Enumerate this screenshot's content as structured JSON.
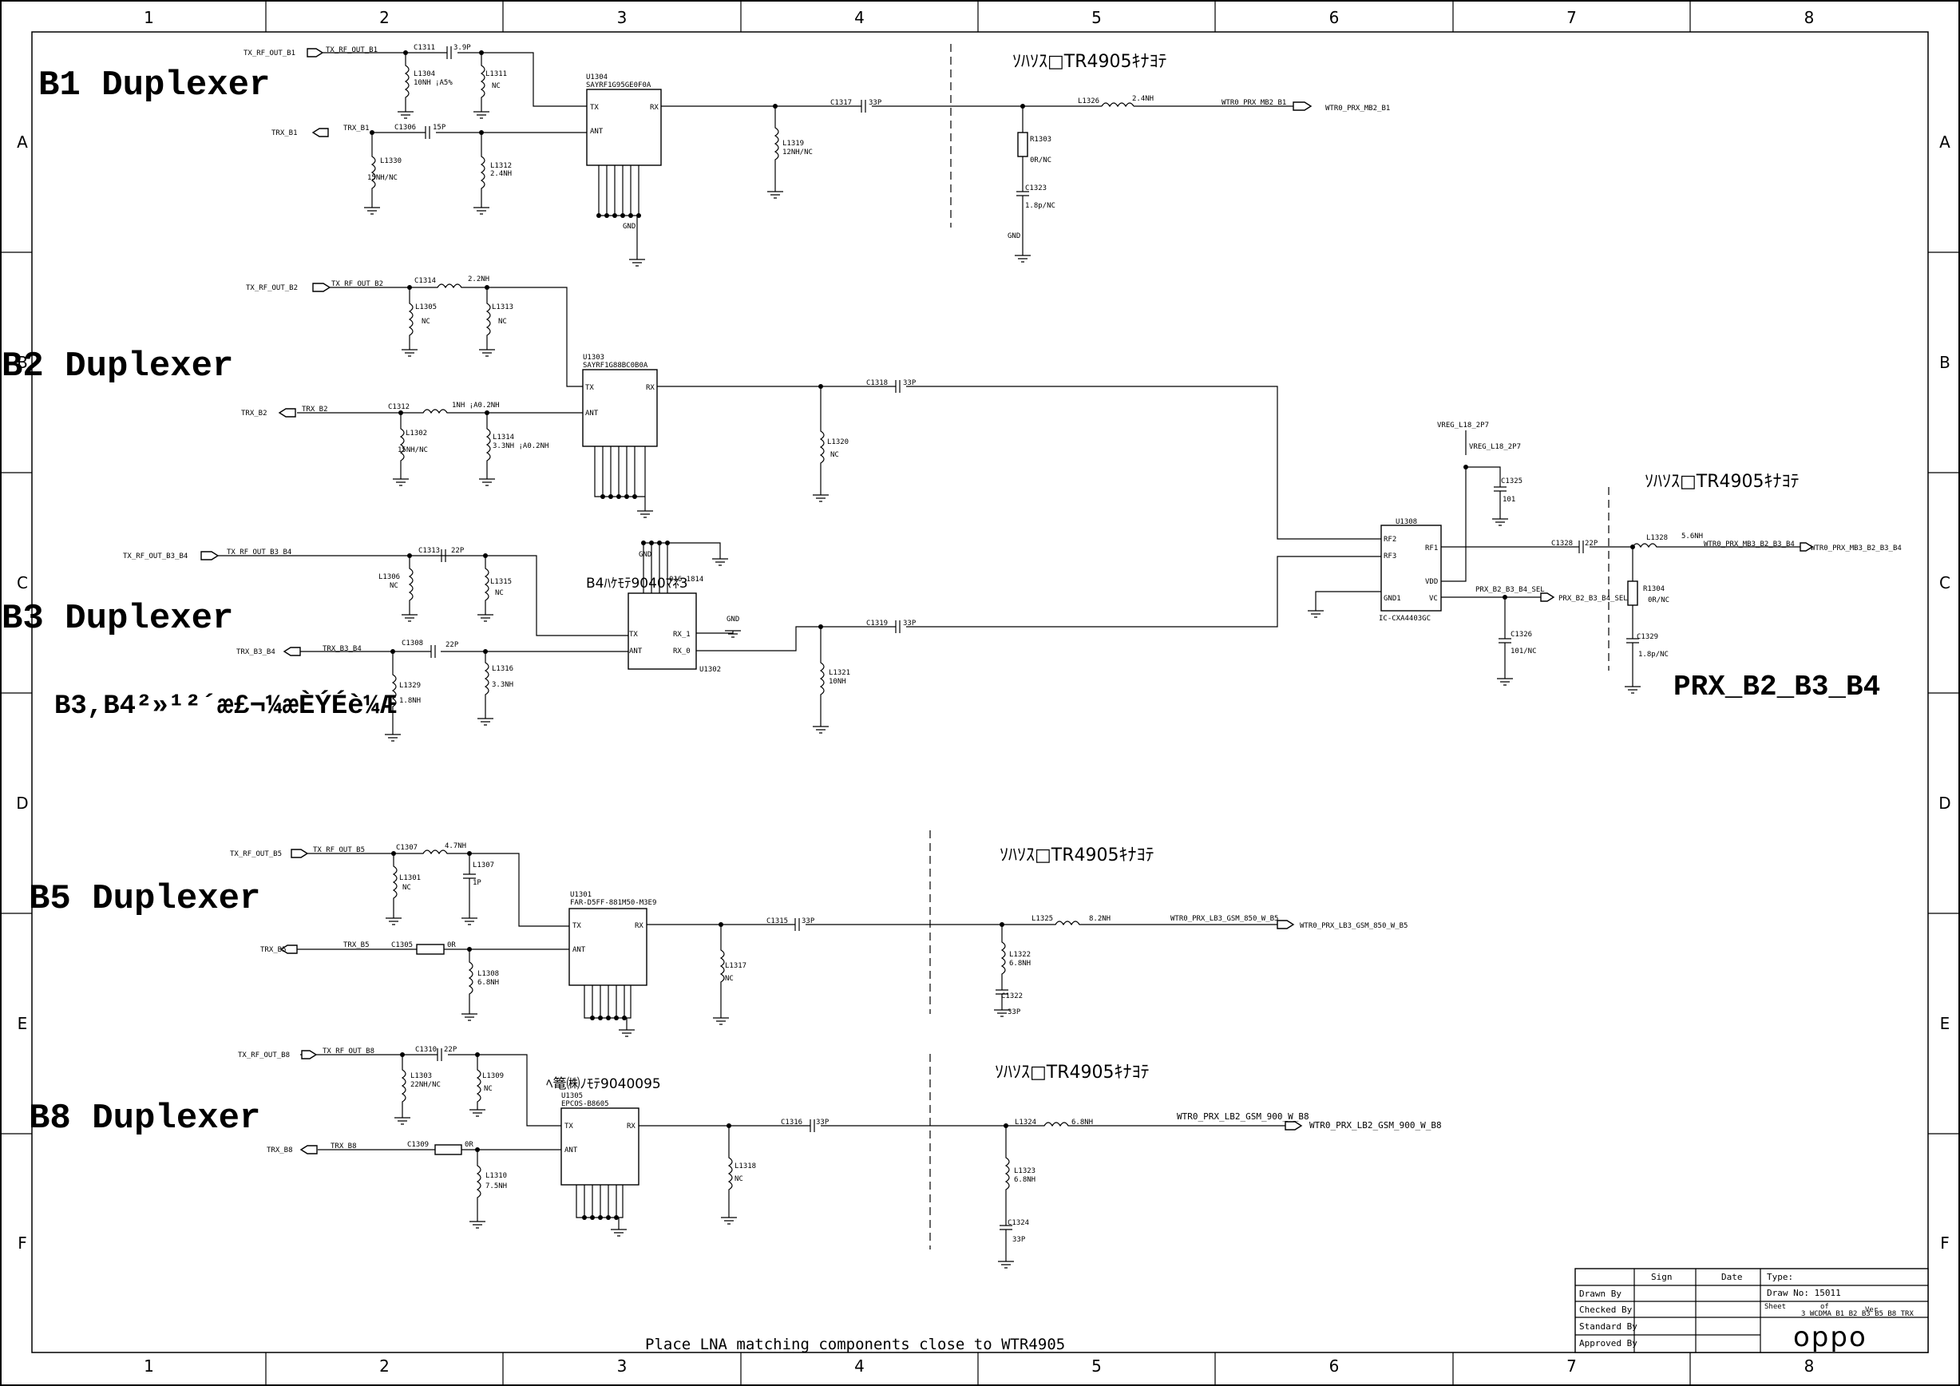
{
  "grid": {
    "columns": [
      "1",
      "2",
      "3",
      "4",
      "5",
      "6",
      "7",
      "8"
    ],
    "rows": [
      "A",
      "B",
      "C",
      "D",
      "E",
      "F"
    ]
  },
  "titles": {
    "b1": "B1 Duplexer",
    "b2": "B2 Duplexer",
    "b3": "B3 Duplexer",
    "b3b4_note": "B3,B4²»¹²´æ£¬¼æÈÝÉè¼Æ",
    "b5": "B5  Duplexer",
    "b8": "B8  Duplexer",
    "prx": "PRX_B2_B3_B4"
  },
  "notes": {
    "jp_b1": "ｿﾊｿｽ□TR4905ｷﾅﾖﾃ",
    "jp_prx": "ｿﾊｿｽ□TR4905ｷﾅﾖﾃ",
    "jp_b5": "ｿﾊｿｽ□TR4905ｷﾅﾖﾃ",
    "jp_b8": "ｿﾊｿｽ□TR4905ｷﾅﾖﾃ",
    "b4_note": "B4ﾊｹﾓﾃ9040ﾏﾈ3",
    "b8_note": "ﾍ篭㈱ﾉﾓﾃ9040095",
    "bottom": "Place LNA matching components close to WTR4905"
  },
  "ports": {
    "tx_b1": "TX_RF_OUT_B1",
    "trx_b1": "TRX_B1",
    "out_b1": "WTR0_PRX_MB2_B1",
    "tx_b2": "TX_RF_OUT_B2",
    "trx_b2": "TRX_B2",
    "tx_b3b4": "TX_RF_OUT_B3_B4",
    "trx_b3b4": "TRX_B3_B4",
    "prx_sel": "PRX_B2_B3_B4_SEL",
    "out_mb3": "WTR0_PRX_MB3_B2_B3_B4",
    "tx_b5": "TX_RF_OUT_B5",
    "trx_b5": "TRX_B5",
    "out_b5": "WTR0_PRX_LB3_GSM_850_W_B5",
    "tx_b8": "TX_RF_OUT_B8",
    "trx_b8": "TRX_B8",
    "out_b8": "WTR0_PRX_LB2_GSM_900_W_B8"
  },
  "nets": {
    "tx_b1": "TX_RF_OUT_B1",
    "trx_b1": "TRX_B1",
    "out_b1": "WTR0_PRX_MB2_B1",
    "tx_b2": "TX_RF_OUT_B2",
    "trx_b2": "TRX_B2",
    "tx_b3b4": "TX_RF_OUT_B3_B4",
    "trx_b3b4": "TRX_B3_B4",
    "vreg": "VREG_L18_2P7",
    "out_mb3": "WTR0_PRX_MB3_B2_B3_B4",
    "prx_sel": "PRX_B2_B3_B4_SEL",
    "tx_b5": "TX_RF_OUT_B5",
    "trx_b5": "TRX_B5",
    "out_b5": "WTR0_PRX_LB3_GSM_850_W_B5",
    "tx_b8": "TX_RF_OUT_B8",
    "trx_b8": "TRX_B8",
    "out_b8": "WTR0_PRX_LB2_GSM_900_W_B8",
    "gnd": "GND",
    "vreg_top": "VREG_L18_2P7"
  },
  "ics": {
    "u1304": {
      "ref": "U1304",
      "part": "SAYRF1G95GE0F0A",
      "tx": "TX",
      "rx": "RX",
      "ant": "ANT",
      "gnd": "GND"
    },
    "u1303": {
      "ref": "U1303",
      "part": "SAYRF1G88BC0B0A",
      "tx": "TX",
      "rx": "RX",
      "ant": "ANT"
    },
    "u1302": {
      "ref": "U1302",
      "tx": "TX",
      "ant": "ANT",
      "rx1": "RX_1",
      "rx0": "RX_0",
      "gnd": "GND",
      "part": "016_1814"
    },
    "u1308": {
      "ref": "U1308",
      "part": "IC-CXA4403GC",
      "rf2": "RF2",
      "rf3": "RF3",
      "gnd1": "GND1",
      "rf1": "RF1",
      "vdd": "VDD",
      "vc": "VC"
    },
    "u1301": {
      "ref": "U1301",
      "part": "FAR-D5FF-881M50-M3E9",
      "tx": "TX",
      "rx": "RX",
      "ant": "ANT"
    },
    "u1305": {
      "ref": "U1305",
      "part": "EPCOS-B8605",
      "tx": "TX",
      "rx": "RX",
      "ant": "ANT"
    }
  },
  "parts": {
    "c1311": [
      "C1311",
      "3.9P"
    ],
    "l1304": [
      "L1304",
      "10NH ¡A5%"
    ],
    "l1311": [
      "L1311",
      "NC"
    ],
    "c1306": [
      "C1306",
      "15P"
    ],
    "l1330": [
      "L1330",
      "15NH/NC"
    ],
    "l1312": [
      "L1312",
      "2.4NH"
    ],
    "c1317": [
      "C1317",
      "33P"
    ],
    "l1319": [
      "L1319",
      "12NH/NC"
    ],
    "l1326": [
      "L1326",
      "2.4NH"
    ],
    "r1303": [
      "R1303",
      "0R/NC"
    ],
    "c1323": [
      "C1323",
      "1.8p/NC"
    ],
    "c1314": [
      "C1314",
      "2.2NH"
    ],
    "l1305": [
      "L1305",
      "NC"
    ],
    "l1313": [
      "L1313",
      "NC"
    ],
    "c1312": [
      "C1312",
      "1NH ¡A0.2NH"
    ],
    "l1302": [
      "L1302",
      "15NH/NC"
    ],
    "l1314": [
      "L1314",
      "3.3NH ¡A0.2NH"
    ],
    "c1318": [
      "C1318",
      "33P"
    ],
    "l1320": [
      "L1320",
      "NC"
    ],
    "c1313": [
      "C1313",
      "22P"
    ],
    "l1306": [
      "L1306",
      "NC"
    ],
    "l1315": [
      "L1315",
      "NC"
    ],
    "c1308": [
      "C1308",
      "22P"
    ],
    "l1329": [
      "L1329",
      "1.8NH"
    ],
    "l1316": [
      "L1316",
      "3.3NH"
    ],
    "c1319": [
      "C1319",
      "33P"
    ],
    "l1321": [
      "L1321",
      "10NH"
    ],
    "c1325": [
      "C1325",
      "101"
    ],
    "c1328": [
      "C1328",
      "22P"
    ],
    "l1328": [
      "L1328",
      "5.6NH"
    ],
    "r1304": [
      "R1304",
      "0R/NC"
    ],
    "c1329": [
      "C1329",
      "1.8p/NC"
    ],
    "c1326": [
      "C1326",
      "101/NC"
    ],
    "c1307": [
      "C1307",
      "4.7NH"
    ],
    "l1301": [
      "L1301",
      "NC"
    ],
    "l1307": [
      "L1307",
      "1P"
    ],
    "c1305": [
      "C1305",
      "0R"
    ],
    "l1308": [
      "L1308",
      "6.8NH"
    ],
    "c1315": [
      "C1315",
      "33P"
    ],
    "l1317": [
      "L1317",
      "NC"
    ],
    "l1325": [
      "L1325",
      "8.2NH"
    ],
    "l1322": [
      "L1322",
      "6.8NH"
    ],
    "c1322": [
      "C1322",
      "33P"
    ],
    "c1310": [
      "C1310",
      "22P"
    ],
    "l1303": [
      "L1303",
      "22NH/NC"
    ],
    "l1309": [
      "L1309",
      "NC"
    ],
    "c1309": [
      "C1309",
      "0R"
    ],
    "l1310": [
      "L1310",
      "7.5NH"
    ],
    "c1316": [
      "C1316",
      "33P"
    ],
    "l1318": [
      "L1318",
      "NC"
    ],
    "l1324": [
      "L1324",
      "6.8NH"
    ],
    "l1323": [
      "L1323",
      "6.8NH"
    ],
    "c1324": [
      "C1324",
      "33P"
    ]
  },
  "title_block": {
    "sign": "Sign",
    "date": "Date",
    "type": "Type:",
    "drawn_by": "Drawn By",
    "checked_by": "Checked By",
    "standard_by": "Standard By",
    "approved_by": "Approved By",
    "draw_no": "Draw No: 15011",
    "sheet": "Sheet",
    "of": "of",
    "ver": "Ver",
    "file": "3_WCDMA_B1_B2_B3_B5_B8_TRX",
    "logo": "oppo"
  }
}
